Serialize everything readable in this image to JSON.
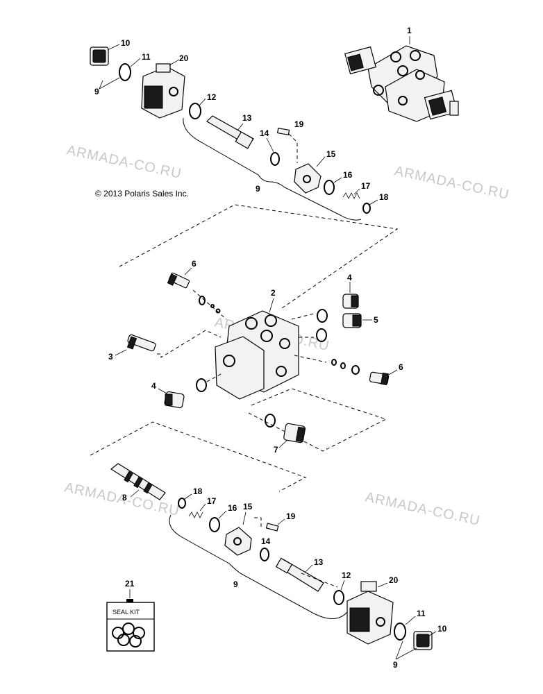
{
  "copyright": "© 2013 Polaris Sales Inc.",
  "watermark": "ARMADA-CO.RU",
  "seal_kit_label": "SEAL KIT",
  "callouts": {
    "c1": "1",
    "c2": "2",
    "c3": "3",
    "c4a": "4",
    "c4b": "4",
    "c5": "5",
    "c6a": "6",
    "c6b": "6",
    "c7": "7",
    "c8": "8",
    "c9_top_left": "9",
    "c9_top_mid": "9",
    "c9_bot_mid": "9",
    "c9_bot_right": "9",
    "c10_top": "10",
    "c10_bot": "10",
    "c11_top": "11",
    "c11_bot": "11",
    "c12_top": "12",
    "c12_bot": "12",
    "c13_top": "13",
    "c13_bot": "13",
    "c14_top": "14",
    "c14_bot": "14",
    "c15_top": "15",
    "c15_bot": "15",
    "c16_top": "16",
    "c16_bot": "16",
    "c17_top": "17",
    "c17_bot": "17",
    "c18_top": "18",
    "c18_bot": "18",
    "c19_top": "19",
    "c19_bot": "19",
    "c20_top": "20",
    "c20_bot": "20",
    "c21": "21"
  }
}
